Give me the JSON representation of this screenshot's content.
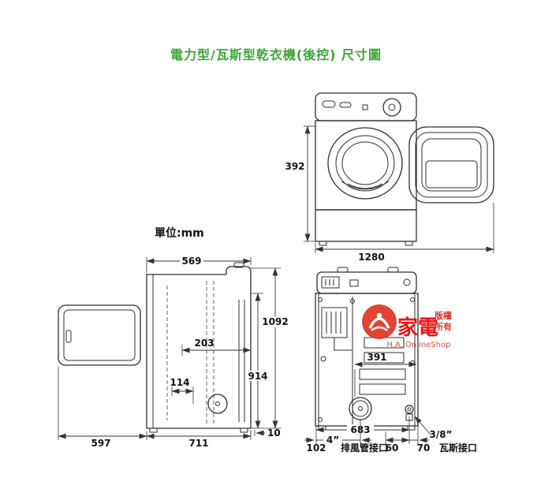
{
  "page": {
    "title": "電力型/瓦斯型乾衣機(後控) 尺寸圖",
    "unit_label": "單位:mm"
  },
  "front_view": {
    "height_to_door": "392",
    "width_door_open": "1280"
  },
  "side_view": {
    "top_depth": "569",
    "total_height": "1092",
    "body_height": "914",
    "drum_offset": "203",
    "inlet_offset": "114",
    "rear_clearance": "10",
    "door_depth": "597",
    "body_depth": "711"
  },
  "back_view": {
    "exhaust_to_side": "391",
    "base_width": "683",
    "left_offset": "102",
    "gas_offset_h": "60",
    "gas_offset_v": "70",
    "exhaust_size": "4”",
    "exhaust_label": "排風管接口",
    "gas_size": "3/8”",
    "gas_label": "瓦斯接口"
  },
  "watermark": {
    "brand": "家電",
    "rights_line1": "版權",
    "rights_line2": "所有",
    "subtext": "H.A. OnlineShop"
  }
}
